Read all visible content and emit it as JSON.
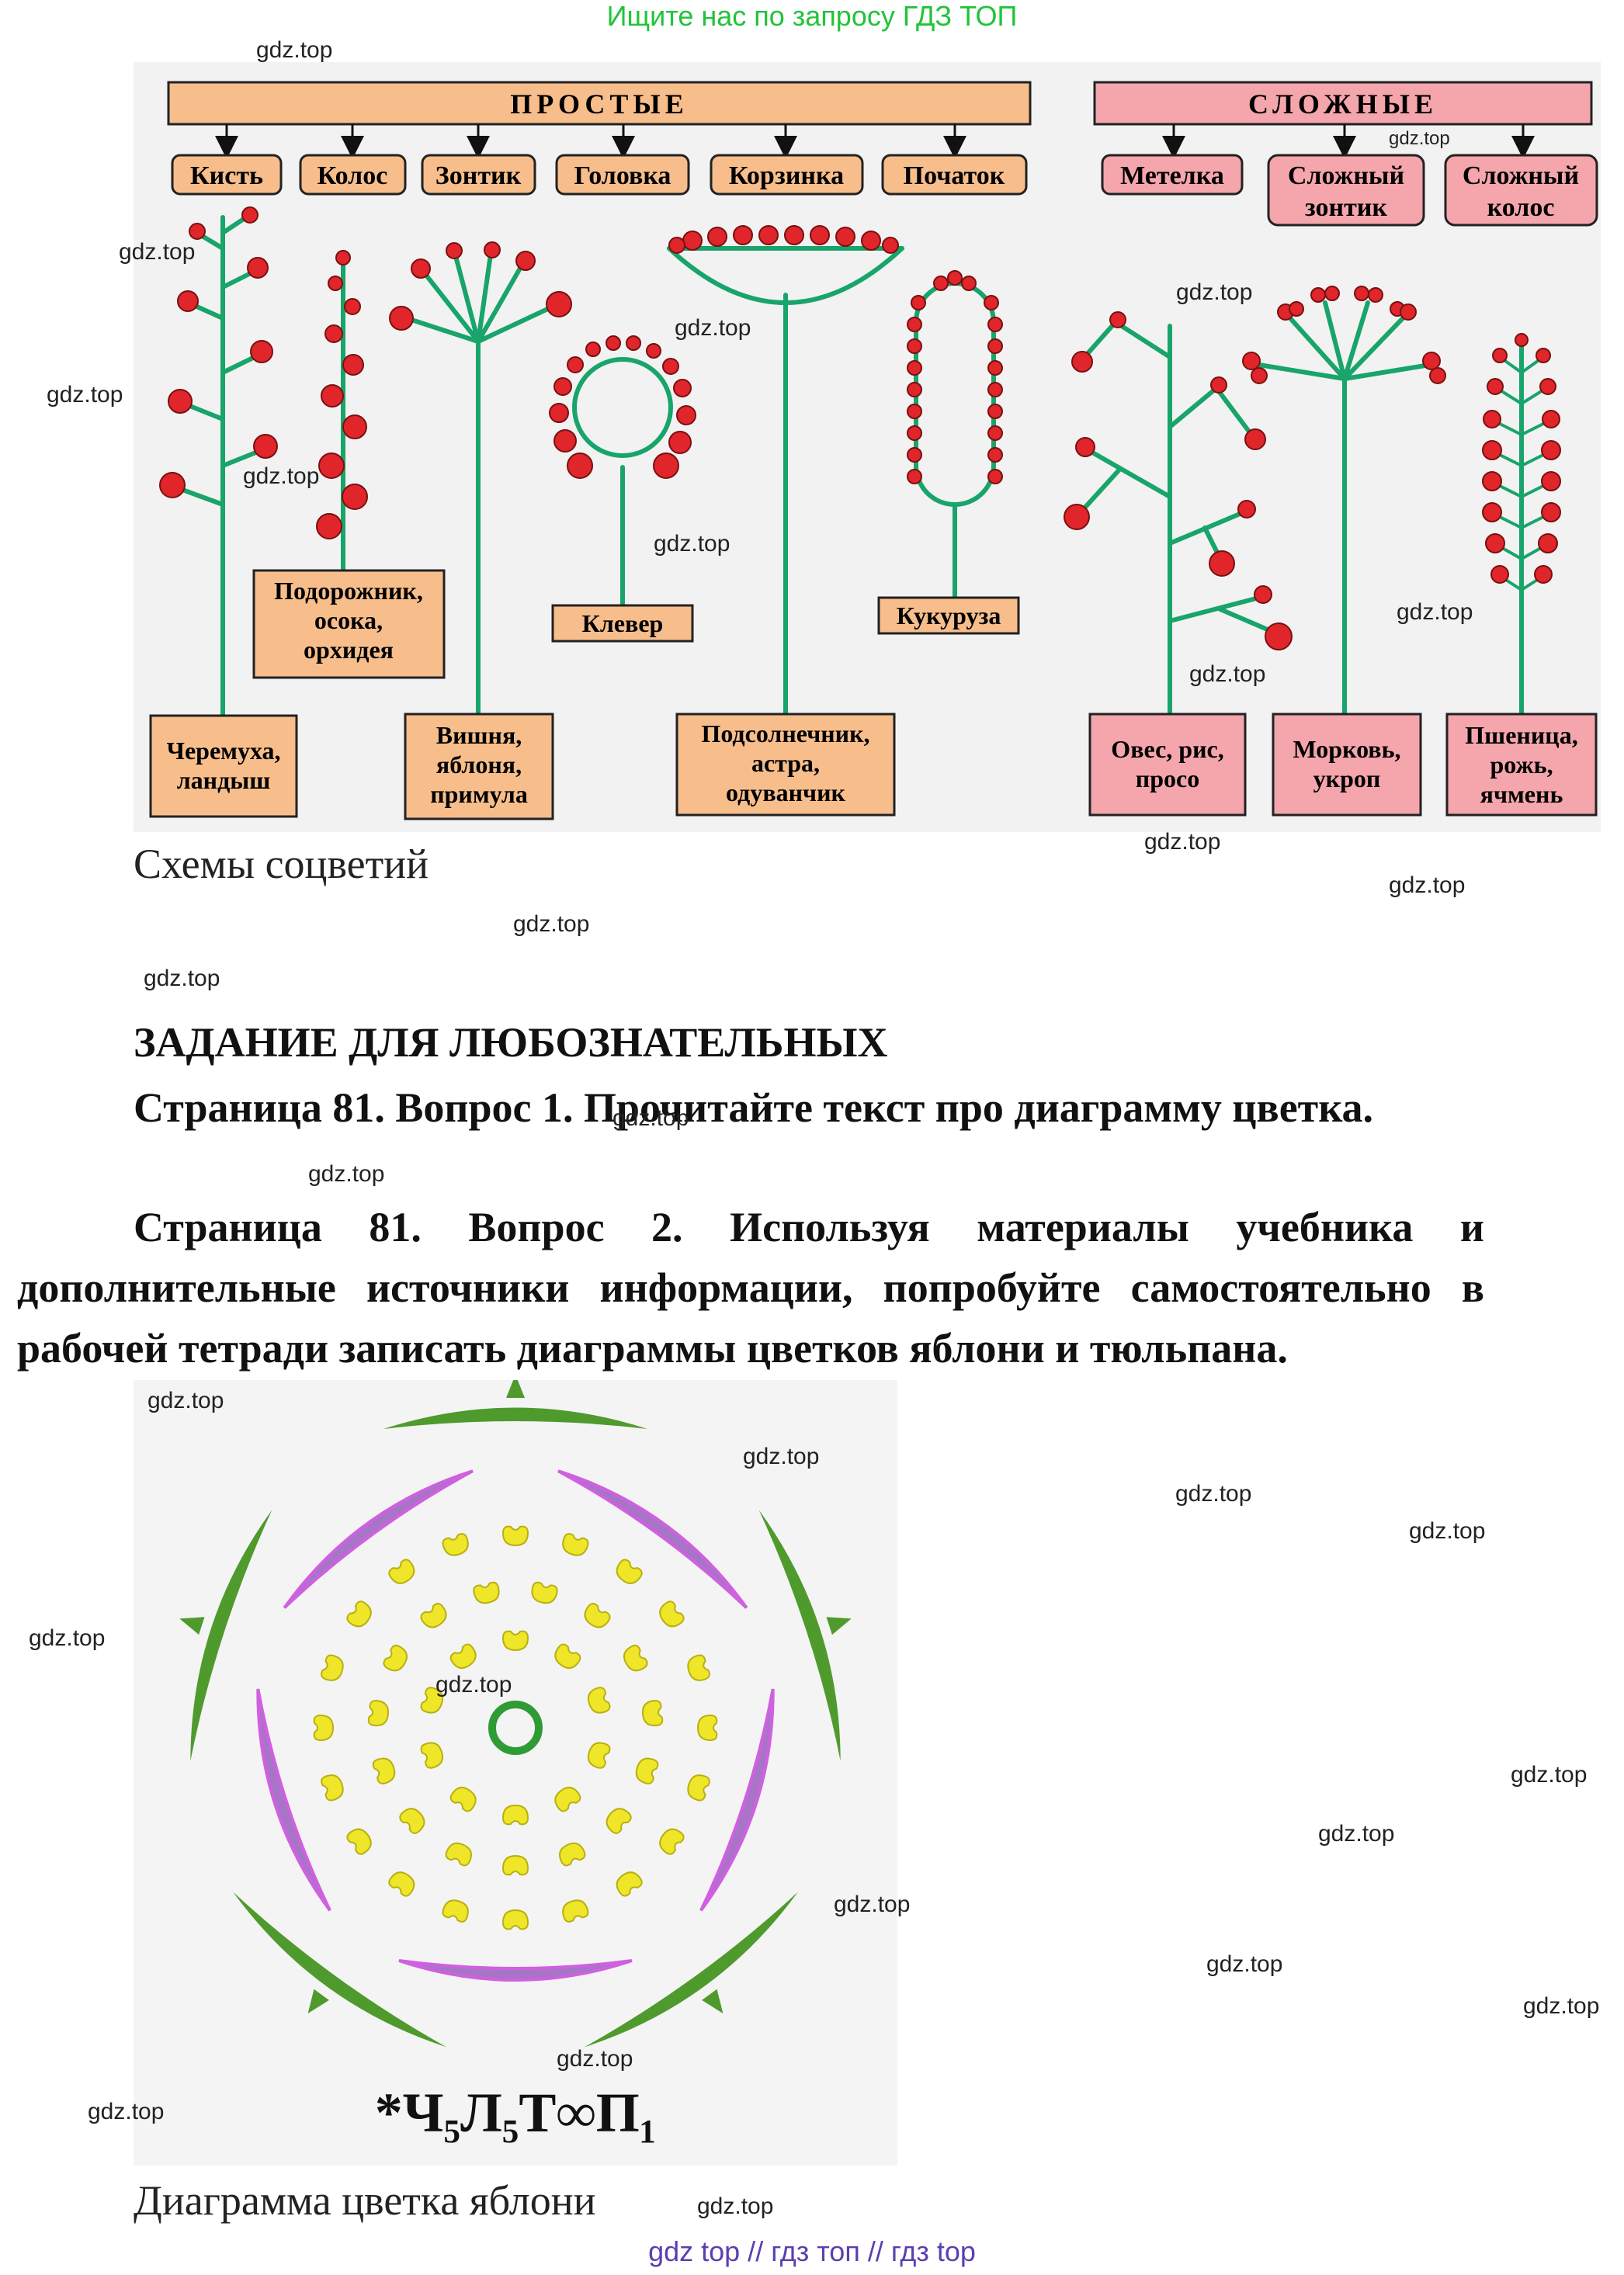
{
  "banner": "Ищите нас по запросу ГДЗ ТОП",
  "watermark": "gdz.top",
  "figure1": {
    "simple_header": "ПРОСТЫЕ",
    "complex_header": "СЛОЖНЫЕ",
    "simple_types": [
      "Кисть",
      "Колос",
      "Зонтик",
      "Головка",
      "Корзинка",
      "Початок"
    ],
    "complex_types": [
      {
        "line1": "Метелка",
        "line2": ""
      },
      {
        "line1": "Сложный",
        "line2": "зонтик"
      },
      {
        "line1": "Сложный",
        "line2": "колос"
      }
    ],
    "examples": {
      "raceme": [
        "Черемуха,",
        "ландыш"
      ],
      "spike": [
        "Подорожник,",
        "осока,",
        "орхидея"
      ],
      "umbel": [
        "Вишня,",
        "яблоня,",
        "примула"
      ],
      "head": [
        "Клевер"
      ],
      "basket": [
        "Подсолнечник,",
        "астра,",
        "одуванчик"
      ],
      "cob": [
        "Кукуруза"
      ],
      "panicle": [
        "Овес, рис,",
        "просо"
      ],
      "compound_umbel": [
        "Морковь,",
        "укроп"
      ],
      "compound_spike": [
        "Пшеница,",
        "рожь,",
        "ячмень"
      ]
    },
    "colors": {
      "simple": "#f7be8c",
      "complex": "#f4a6ac",
      "stem": "#18a46a",
      "flower": "#e0262b"
    }
  },
  "caption1": "Схемы соцветий",
  "section_title": "ЗАДАНИЕ ДЛЯ ЛЮБОЗНАТЕЛЬНЫХ",
  "q1": {
    "label": "Страница 81. Вопрос 1.",
    "text": "Прочитайте текст про диаграмму цветка."
  },
  "q2": {
    "label": "Страница 81. Вопрос 2.",
    "text": "Используя материалы учебника и дополнительные источники информации, попробуйте самостоятельно в рабочей тетради записать диаграммы цветков яблони и тюльпана."
  },
  "figure2": {
    "formula": "*Ч₅Л₅Т∞П₁",
    "colors": {
      "sepal": "#4f9a2c",
      "petal": "#a874c8",
      "stamen": "#f0e629",
      "pistil": "#2f9b35"
    }
  },
  "caption2": "Диаграмма цветка яблони",
  "footer": "gdz top  //  гдз топ  //  гдз top"
}
